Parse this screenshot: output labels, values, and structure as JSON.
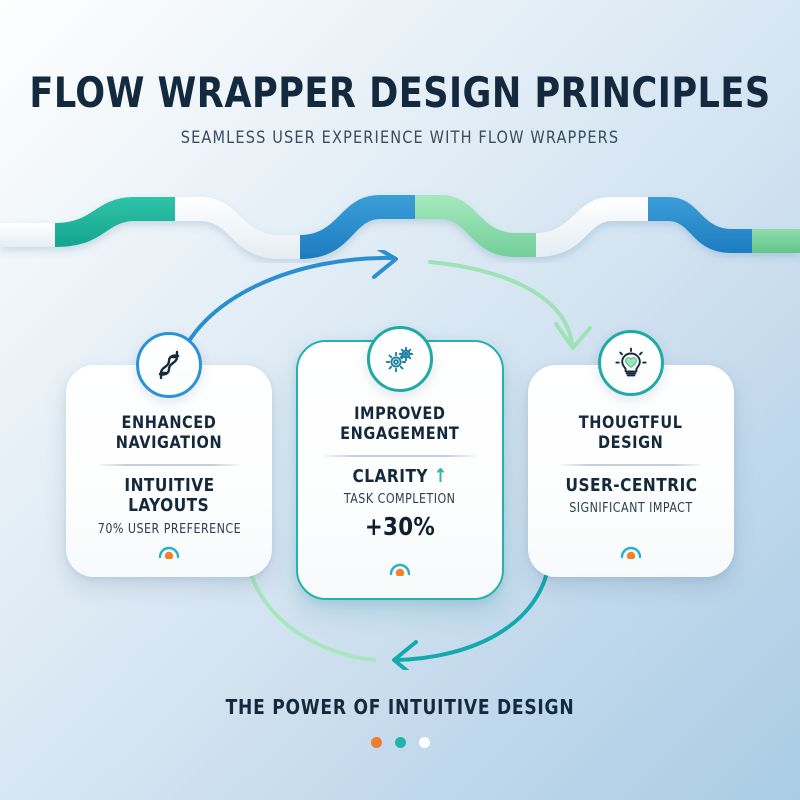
{
  "header": {
    "title": "FLOW WRAPPER DESIGN PRINCIPLES",
    "subtitle": "SEAMLESS USER EXPERIENCE WITH FLOW WRAPPERS"
  },
  "cards": [
    {
      "id": "enhanced-navigation",
      "icon": "flow-arrows-icon",
      "ring_color": "#2a93d5",
      "title_line1": "ENHANCED",
      "title_line2": "NAVIGATION",
      "stat_line1": "INTUITIVE",
      "stat_line2": "LAYOUTS",
      "stat_sub": "70% USER PREFERENCE",
      "badge": "progress-badge"
    },
    {
      "id": "improved-engagement",
      "icon": "gears-icon",
      "ring_color": "#21a9a6",
      "title_line1": "IMPROVED",
      "title_line2": "ENGAGEMENT",
      "stat_main": "CLARITY",
      "stat_arrow": "↑",
      "stat_sub": "TASK COMPLETION",
      "stat_big": "+30%",
      "badge": "progress-badge",
      "highlighted": true,
      "border_color": "#26b0ae"
    },
    {
      "id": "thoughtful-design",
      "icon": "lightbulb-heart-icon",
      "ring_color": "#21a9a6",
      "title_line1": "THOUGTFUL",
      "title_line2": "DESIGN",
      "stat_line1": "USER-CENTRIC",
      "stat_sub": "SIGNIFICANT IMPACT",
      "badge": "progress-badge"
    }
  ],
  "footer": {
    "text": "THE POWER OF INTUITIVE DESIGN",
    "dots": [
      "#f07d2e",
      "#24b3a8",
      "#ffffff"
    ]
  },
  "palette": {
    "navy": "#15293c",
    "blue": "#2a93d5",
    "teal": "#21a9a6",
    "mint": "#8fdcab",
    "orange": "#f07d2e",
    "bg_light": "#fdfefe",
    "bg_dark": "#a9cde5"
  },
  "decor": {
    "ribbon": "wave-ribbon-band",
    "arrow_top_left": "blue-curved-arrow",
    "arrow_top_right": "mint-curved-arrow",
    "arrow_bottom_left": "mint-curved-arrow",
    "arrow_bottom_right": "teal-curved-arrow"
  }
}
